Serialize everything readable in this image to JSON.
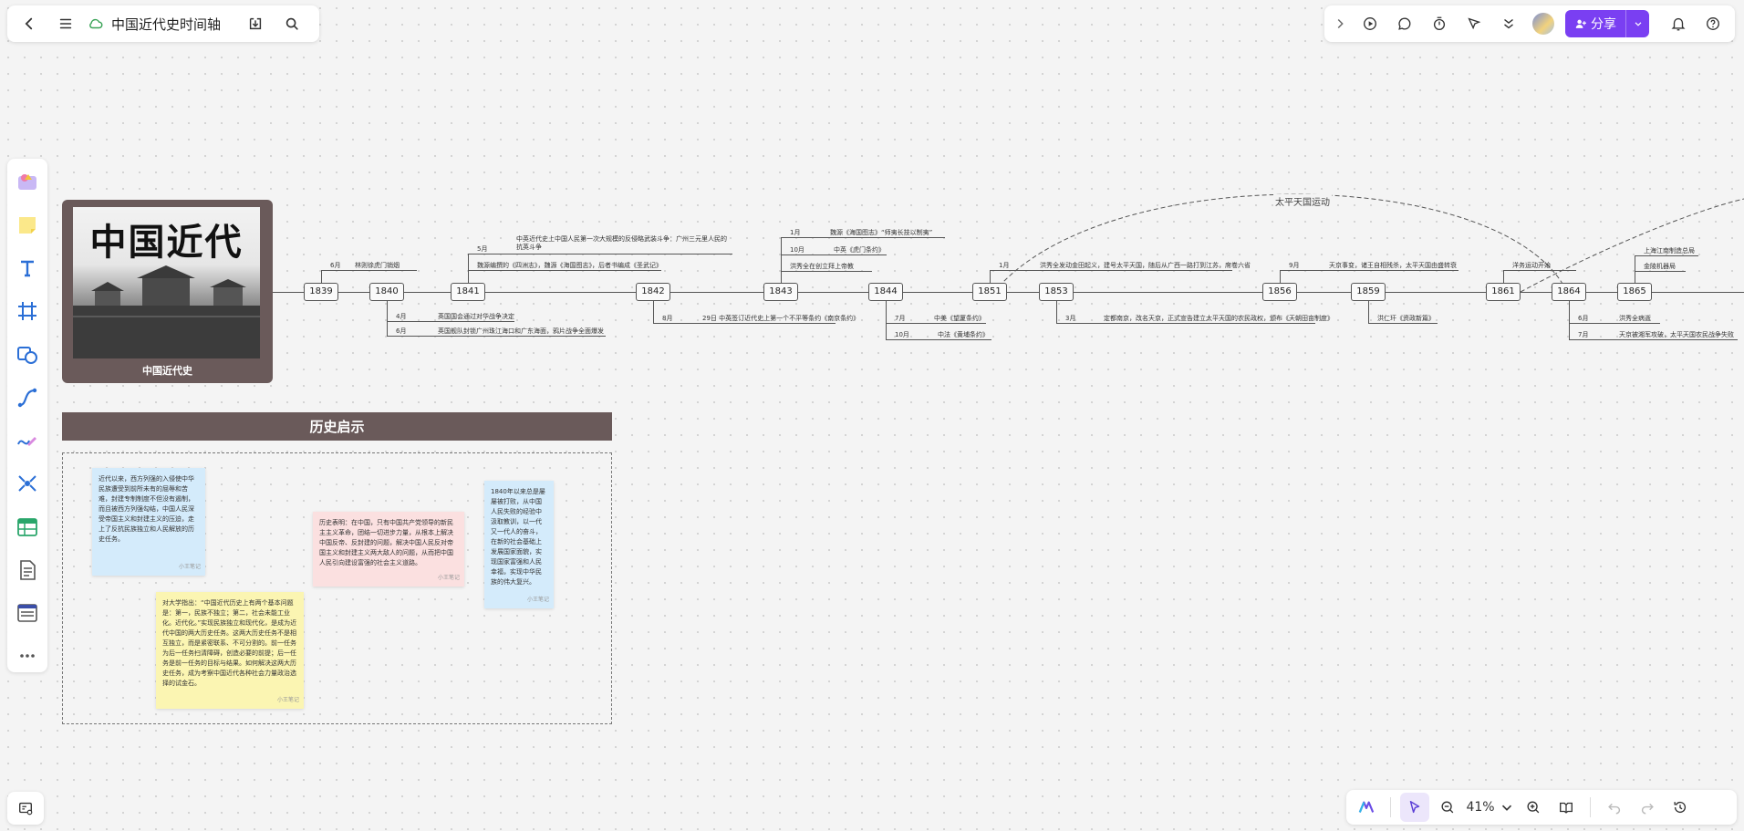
{
  "doc": {
    "title": "中国近代史时间轴"
  },
  "top_right": {
    "share_label": "分享"
  },
  "zoom": {
    "level": "41%"
  },
  "cover": {
    "calligraphy": "中国近代史",
    "caption": "中国近代史"
  },
  "timeline": {
    "years": [
      "1839",
      "1840",
      "1841",
      "1842",
      "1843",
      "1844",
      "1851",
      "1853",
      "1856",
      "1859",
      "1861",
      "1864",
      "1865"
    ],
    "events": [
      {
        "month": "6月",
        "text": "林则徐虎门销烟"
      },
      {
        "month": "4月",
        "text": "英国国会通过对华战争决定"
      },
      {
        "month": "6月",
        "text": "英国舰队封锁广州珠江海口和广东海面，鸦片战争全面爆发"
      },
      {
        "month": "",
        "text": "魏源编撰的《四洲志》，魏源《海国图志》，后者书编成《圣武记》"
      },
      {
        "month": "5月",
        "text": "中英近代史上中国人民第一次大规模的反侵略武装斗争：广州三元里人民的抗英斗争"
      },
      {
        "month": "8月",
        "text": "29日 中英签订近代史上第一个不平等条约《南京条约》"
      },
      {
        "month": "1月",
        "text": "魏源《海国图志》“师夷长技以制夷”"
      },
      {
        "month": "10月",
        "text": "中英《虎门条约》"
      },
      {
        "month": "",
        "text": "洪秀全在创立拜上帝教"
      },
      {
        "month": "7月",
        "text": "中美《望厦条约》"
      },
      {
        "month": "10月",
        "text": "中法《黄埔条约》"
      },
      {
        "month": "1月",
        "text": "洪秀全发动金田起义，建号太平天国，随后从广西一路打到江苏，席卷六省"
      },
      {
        "month": "3月",
        "text": "定都南京，改名天京，正式宣告建立太平天国的农民政权，颁布《天朝田亩制度》"
      },
      {
        "month": "9月",
        "text": "天京事变，诸王自相残杀，太平天国由盛转衰"
      },
      {
        "month": "",
        "text": "洪仁玕《资政新篇》"
      },
      {
        "month": "",
        "text": "洋务运动开始"
      },
      {
        "month": "6月",
        "text": "洪秀全病逝"
      },
      {
        "month": "7月",
        "text": "天京被湘军攻破，太平天国农民战争失败"
      },
      {
        "month": "",
        "text": "上海江南制造总局"
      },
      {
        "month": "",
        "text": "金陵机器局"
      }
    ],
    "arc_label": "太平天国运动"
  },
  "lessons": {
    "header": "历史启示",
    "notes": [
      {
        "text": "近代以来，西方列强的入侵使中华民族遭受到前所未有的屈辱和苦难，封建专制制度不但没有遏制，而且被西方列强勾结，中国人民深受帝国主义和封建主义的压迫，走上了反抗民族独立和人民解放的历史任务。",
        "author": "小王笔记"
      },
      {
        "text": "历史表明：在中国，只有中国共产党领导的新民主主义革命，团结一切进步力量，从根本上解决中国反帝、反封建的问题，解决中国人民反对帝国主义和封建主义两大敌人的问题，从而把中国人民引向建设富强的社会主义道路。",
        "author": "小王笔记"
      },
      {
        "text": "1840年以来总是屡屡被打败，从中国人民失败的经验中汲取教训，以一代又一代人的奋斗，在新的社会基础上发展国家面貌，实现国家富强和人民幸福，实现中华民族的伟大复兴。",
        "author": "小王笔记"
      },
      {
        "text": "对大学指出：“中国近代历史上有两个基本问题是：第一，民族不独立；第二，社会未能工业化。近代化。”实现民族独立和现代化，是成为近代中国的两大历史任务。这两大历史任务不是相互独立，而是紧密联系、不可分割的。前一任务为后一任务扫清障碍，创造必要的前提；后一任务是前一任务的目标与结果。如何解决这两大历史任务，成为考察中国近代各种社会力量政治选择的试金石。",
        "author": "小王笔记"
      }
    ]
  }
}
